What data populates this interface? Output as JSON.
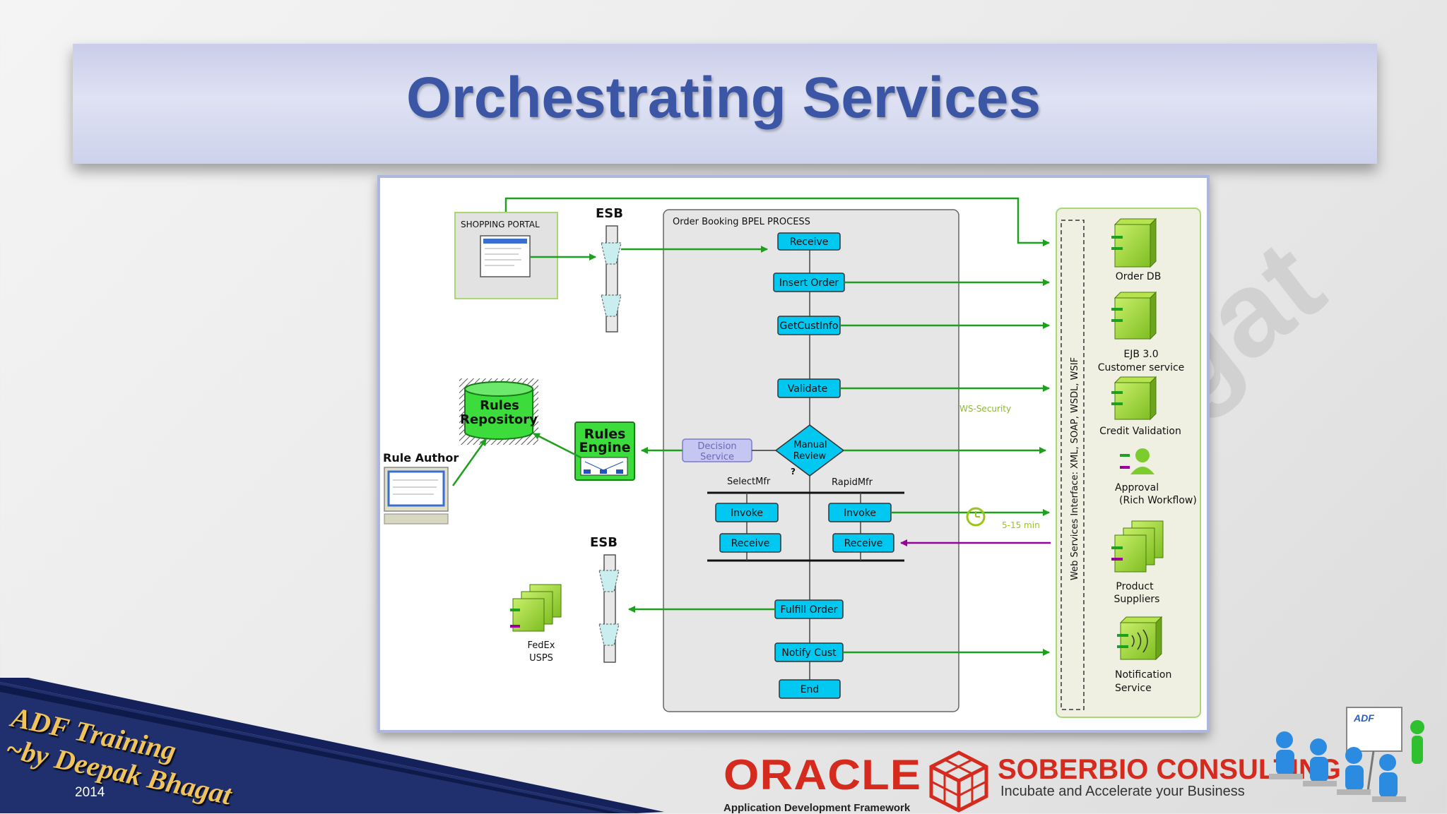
{
  "slide": {
    "title": "Orchestrating Services",
    "watermark": "gat"
  },
  "diagram": {
    "shopping_portal": "SHOPPING PORTAL",
    "esb_top": "ESB",
    "esb_bottom": "ESB",
    "bpel_title": "Order Booking BPEL PROCESS",
    "steps": {
      "receive": "Receive",
      "insert_order": "Insert Order",
      "get_cust_info": "GetCustInfo",
      "validate": "Validate",
      "manual_review_1": "Manual",
      "manual_review_2": "Review",
      "decision_service_1": "Decision",
      "decision_service_2": "Service",
      "select_mfr": "SelectMfr",
      "rapid_mfr": "RapidMfr",
      "invoke_left": "Invoke",
      "invoke_right": "Invoke",
      "receive_left": "Receive",
      "receive_right": "Receive",
      "fulfill_order": "Fulfill Order",
      "notify_cust": "Notify Cust",
      "end": "End"
    },
    "rules_repository_1": "Rules",
    "rules_repository_2": "Repository",
    "rules_engine_1": "Rules",
    "rules_engine_2": "Engine",
    "rule_author": "Rule Author",
    "shipper_1": "FedEx",
    "shipper_2": "USPS",
    "ws_security": "WS-Security",
    "timer_label": "5-15 min",
    "ws_interface": "Web Services Interface: XML, SOAP, WSDL, WSIF",
    "services": {
      "order_db": "Order DB",
      "ejb_1": "EJB 3.0",
      "ejb_2": "Customer service",
      "credit": "Credit Validation",
      "approval_1": "Approval",
      "approval_2": "(Rich Workflow)",
      "product_1": "Product",
      "product_2": "Suppliers",
      "notification_1": "Notification",
      "notification_2": "Service"
    }
  },
  "footer": {
    "training_line_1": "ADF Training",
    "training_line_2": "~by Deepak Bhagat",
    "year": "2014",
    "oracle": "ORACLE",
    "oracle_sub": "Application Development Framework",
    "soberbio": "SOBERBIO CONSULTING",
    "soberbio_tag": "Incubate and Accelerate your Business",
    "adf_badge": "ADF"
  },
  "colors": {
    "title": "#3c56a6",
    "step_fill": "#00c8f0",
    "arrow_green": "#1ea01e",
    "arrow_purple": "#990099",
    "service_green": "#9ad63a",
    "oracle_red": "#d52b1e"
  }
}
